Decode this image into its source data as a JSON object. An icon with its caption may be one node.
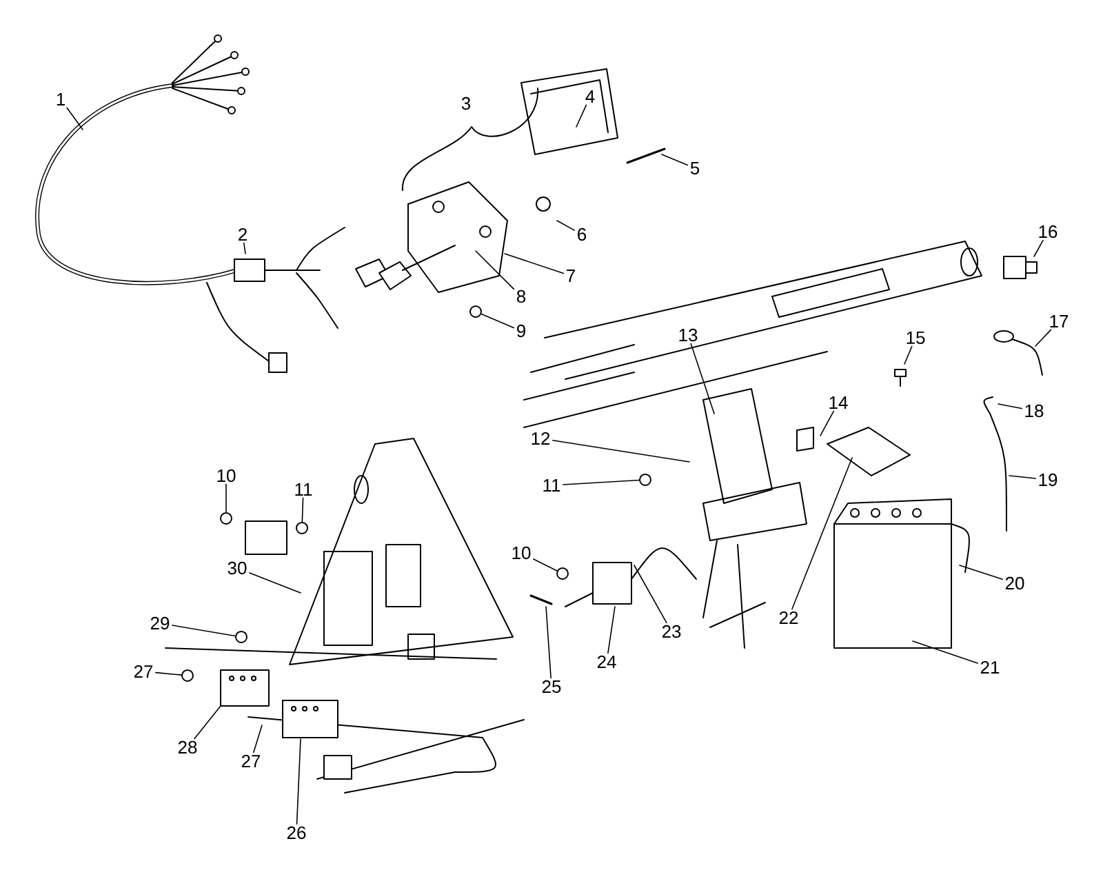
{
  "diagram": {
    "nodes": [
      {
        "text": [
          "1"
        ]
      },
      {
        "text": [
          "2"
        ]
      },
      {
        "text": [
          "4"
        ]
      },
      {
        "text": [
          "5"
        ]
      },
      {
        "text": [
          "6"
        ]
      },
      {
        "text": [
          "7"
        ]
      },
      {
        "text": [
          "8"
        ]
      },
      {
        "text": [
          "9"
        ]
      },
      {
        "text": [
          "16"
        ]
      },
      {
        "text": [
          "17"
        ]
      },
      {
        "text": [
          "13"
        ]
      },
      {
        "text": [
          "15"
        ]
      },
      {
        "text": [
          "14"
        ]
      },
      {
        "text": [
          "18"
        ]
      },
      {
        "text": [
          "12"
        ]
      },
      {
        "text": [
          "10"
        ]
      },
      {
        "text": [
          "11"
        ]
      },
      {
        "text": [
          "19"
        ]
      },
      {
        "text": [
          "11"
        ]
      },
      {
        "text": [
          "10"
        ]
      },
      {
        "text": [
          "30"
        ]
      },
      {
        "text": [
          "20"
        ]
      },
      {
        "text": [
          "22"
        ]
      },
      {
        "text": [
          "29"
        ]
      },
      {
        "text": [
          "23"
        ]
      },
      {
        "text": [
          "24"
        ]
      },
      {
        "text": [
          "21"
        ]
      },
      {
        "text": [
          "25"
        ]
      },
      {
        "text": [
          "27"
        ]
      },
      {
        "text": [
          "28"
        ]
      },
      {
        "text": [
          "27"
        ]
      },
      {
        "text": [
          "26"
        ]
      },
      {
        "text": [],
        "shape": "circle"
      },
      {
        "text": [],
        "shape": "circle"
      },
      {
        "text": [],
        "shape": "circle"
      },
      {
        "text": [],
        "shape": "circle"
      },
      {
        "text": [],
        "shape": "circle"
      },
      {
        "text": [],
        "shape": "circle"
      },
      {
        "text": [],
        "shape": "circle"
      }
    ],
    "edges": [
      {
        "from": 0,
        "to": null,
        "arrow": "none"
      },
      {
        "from": 1,
        "to": null,
        "arrow": "none"
      },
      {
        "from": 2,
        "to": null,
        "arrow": "none"
      },
      {
        "from": 3,
        "to": null,
        "arrow": "none"
      },
      {
        "from": 4,
        "to": null,
        "arrow": "none"
      },
      {
        "from": 5,
        "to": null,
        "arrow": "none"
      },
      {
        "from": 6,
        "to": null,
        "arrow": "none"
      },
      {
        "from": 7,
        "to": 32,
        "arrow": "none"
      },
      {
        "from": 8,
        "to": null,
        "arrow": "none"
      },
      {
        "from": 9,
        "to": null,
        "arrow": "none"
      },
      {
        "from": 10,
        "to": null,
        "arrow": "none"
      },
      {
        "from": 11,
        "to": null,
        "arrow": "none"
      },
      {
        "from": 12,
        "to": null,
        "arrow": "none"
      },
      {
        "from": 13,
        "to": null,
        "arrow": "none"
      },
      {
        "from": 14,
        "to": null,
        "arrow": "none"
      },
      {
        "from": 15,
        "to": 33,
        "arrow": "none"
      },
      {
        "from": 16,
        "to": 34,
        "arrow": "none"
      },
      {
        "from": 17,
        "to": null,
        "arrow": "none"
      },
      {
        "from": 18,
        "to": 35,
        "arrow": "none"
      },
      {
        "from": 19,
        "to": 36,
        "arrow": "none"
      },
      {
        "from": 20,
        "to": null,
        "arrow": "none"
      },
      {
        "from": 21,
        "to": null,
        "arrow": "none"
      },
      {
        "from": 22,
        "to": null,
        "arrow": "none"
      },
      {
        "from": 23,
        "to": 37,
        "arrow": "none"
      },
      {
        "from": 24,
        "to": null,
        "arrow": "none"
      },
      {
        "from": 25,
        "to": null,
        "arrow": "none"
      },
      {
        "from": 26,
        "to": null,
        "arrow": "none"
      },
      {
        "from": 27,
        "to": null,
        "arrow": "none"
      },
      {
        "from": 28,
        "to": 38,
        "arrow": "none"
      },
      {
        "from": 29,
        "to": null,
        "arrow": "none"
      },
      {
        "from": 30,
        "to": null,
        "arrow": "none"
      },
      {
        "from": 31,
        "to": null,
        "arrow": "none"
      }
    ],
    "labels": [
      "3"
    ]
  }
}
